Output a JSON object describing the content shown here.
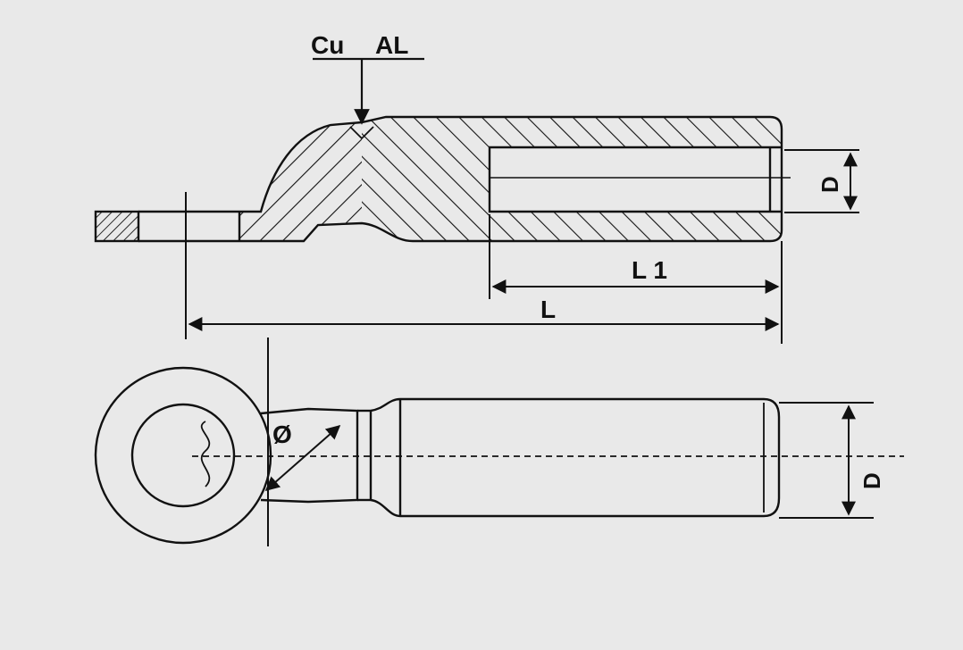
{
  "colors": {
    "background": "#e9e9e9",
    "ink": "#111111"
  },
  "labels": {
    "material_cu": "Cu",
    "material_al": "AL",
    "dim_L1": "L 1",
    "dim_L": "L",
    "dim_D_top": "D",
    "dim_D_bottom": "D",
    "dim_hole": "Ø"
  }
}
